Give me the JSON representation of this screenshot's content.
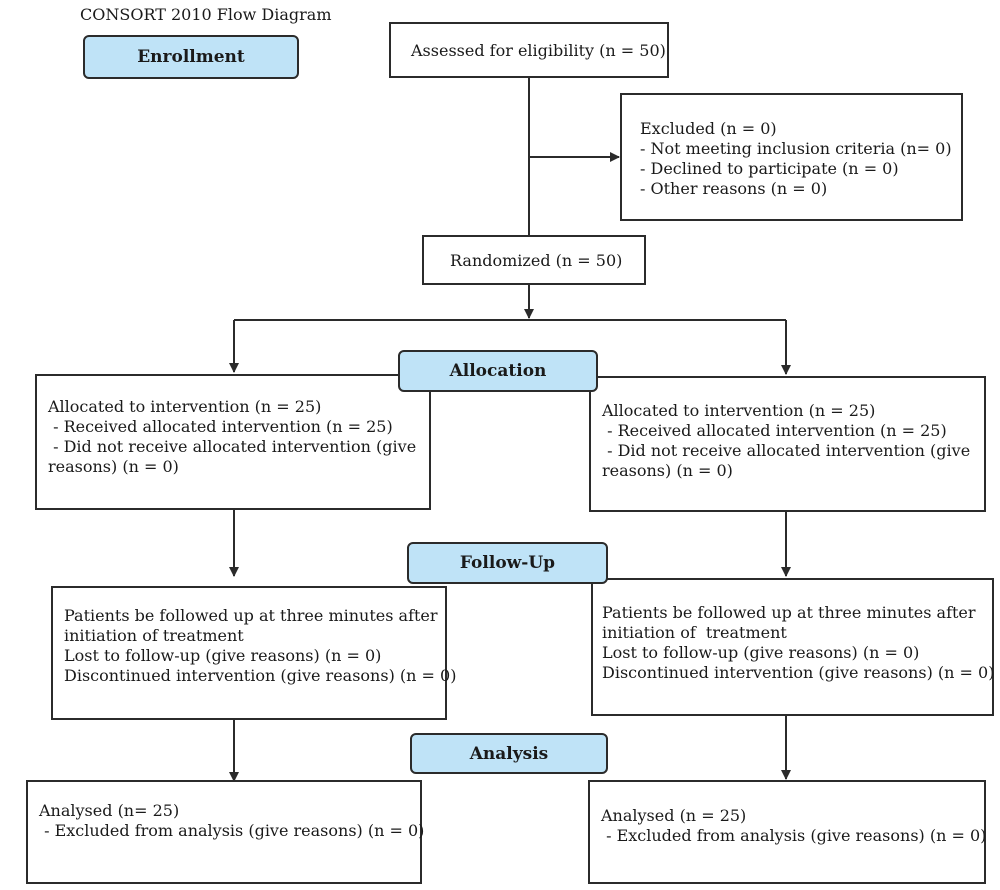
{
  "title": "CONSORT 2010 Flow Diagram",
  "stages": {
    "enrollment": "Enrollment",
    "allocation": "Allocation",
    "followup": "Follow-Up",
    "analysis": "Analysis"
  },
  "assessed": "Assessed for eligibility (n = 50)",
  "excluded": {
    "lines": [
      "Excluded (n = 0)",
      "- Not meeting inclusion criteria (n= 0)",
      "- Declined to participate (n = 0)",
      "- Other reasons (n = 0)"
    ]
  },
  "randomized": "Randomized (n = 50)",
  "allocation_left": {
    "lines": [
      "Allocated to intervention (n = 25)",
      " - Received allocated intervention (n = 25)",
      " - Did not receive allocated intervention (give",
      "reasons) (n = 0)"
    ]
  },
  "allocation_right": {
    "lines": [
      "Allocated to intervention (n = 25)",
      " - Received allocated intervention (n = 25)",
      " - Did not receive allocated intervention (give",
      "reasons) (n = 0)"
    ]
  },
  "followup_left": {
    "lines": [
      "Patients be followed up at three minutes after",
      "initiation of treatment",
      "Lost to follow-up (give reasons) (n = 0)",
      "Discontinued intervention (give reasons) (n = 0)"
    ]
  },
  "followup_right": {
    "lines": [
      "Patients be followed up at three minutes after",
      "initiation of  treatment",
      "Lost to follow-up (give reasons) (n = 0)",
      "Discontinued intervention (give reasons) (n = 0)"
    ]
  },
  "analysis_left": {
    "lines": [
      "Analysed (n= 25)",
      " - Excluded from analysis (give reasons) (n = 0)"
    ]
  },
  "analysis_right": {
    "lines": [
      "Analysed (n = 25)",
      " - Excluded from analysis (give reasons) (n = 0)"
    ]
  }
}
